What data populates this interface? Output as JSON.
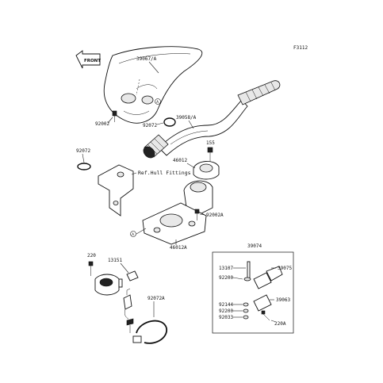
{
  "figure_code": "F3112",
  "front_label": "FRONT",
  "reference_note": "Ref.Hull Fittings",
  "callout_marker": "A",
  "part_labels": {
    "p39067A": "39067/A",
    "p92002": "92002",
    "p92072_top": "92072",
    "p39058A": "39058/A",
    "p155": "155",
    "p46012": "46012",
    "p92072_left": "92072",
    "p92002A": "92002A",
    "p46012A": "46012A",
    "p39074": "39074",
    "p220": "220",
    "p13151": "13151",
    "p92072A": "92072A",
    "p13107": "13107",
    "p39075": "39075",
    "p92200_a": "92200",
    "p39063": "39063",
    "p92144": "92144",
    "p92200_b": "92200",
    "p92033": "92033",
    "p220A": "220A"
  }
}
